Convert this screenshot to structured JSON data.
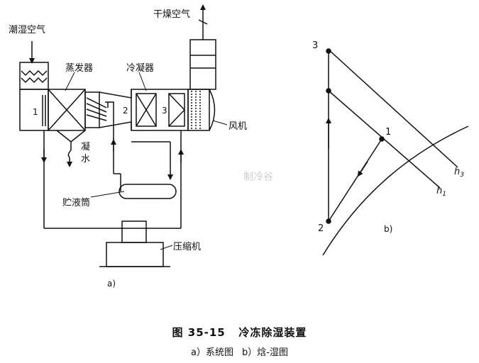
{
  "figure": {
    "number": "图 35-15",
    "title": "冷冻除湿装置",
    "sub_a": "a）系统图",
    "sub_b": "b）焓-湿图"
  },
  "system_diagram": {
    "label": "a)",
    "humid_air": "潮湿空气",
    "dry_air": "干燥空气",
    "evaporator": "蒸发器",
    "condenser": "冷凝器",
    "condensate_1": "凝",
    "condensate_2": "水",
    "fan": "风机",
    "receiver": "贮液筒",
    "compressor": "压缩机",
    "point_1": "1",
    "point_2": "2",
    "point_3": "3"
  },
  "psychro_chart": {
    "label": "b)",
    "state_1": "1",
    "state_2": "2",
    "state_3": "3",
    "h1_base": "h",
    "h1_sub": "1",
    "h3_base": "h",
    "h3_sub": "3"
  },
  "watermark": "制冷谷"
}
